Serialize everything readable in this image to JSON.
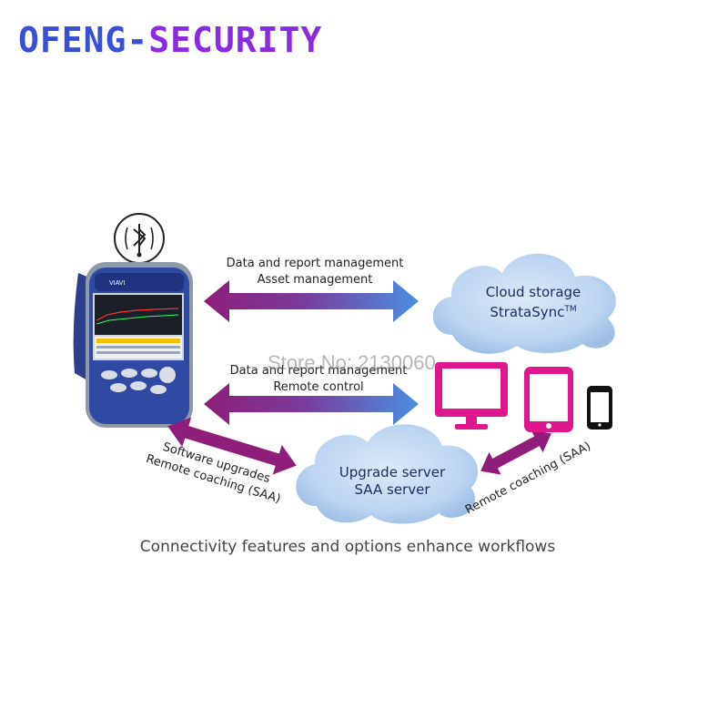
{
  "brand": {
    "part1": "OFENG-",
    "part2": "SECURITY"
  },
  "watermark": "Store No: 2130060",
  "arrows": {
    "top": {
      "line1": "Data and report management",
      "line2": "Asset management"
    },
    "middle": {
      "line1": "Data and report management",
      "line2": "Remote control"
    },
    "left_diagonal": {
      "line1": "Software upgrades",
      "line2": "Remote coaching (SAA)"
    },
    "right_diagonal": {
      "line1": "Remote coaching (SAA)"
    }
  },
  "clouds": {
    "cloud_storage": {
      "line1": "Cloud storage",
      "line2": "StrataSync",
      "line2_sup": "TM"
    },
    "upgrade_server": {
      "line1": "Upgrade server",
      "line2": "SAA server"
    }
  },
  "device": {
    "screen_brand": "VIAVI"
  },
  "caption": "Connectivity features and options enhance workflows",
  "colors": {
    "brand_blue": "#3a4fd8",
    "brand_purple": "#8a2be2",
    "arrow_purple": "#8e1e7a",
    "arrow_blue": "#4a8fe0",
    "cloud_blue": "#b9d3f0",
    "magenta_device": "#e0168f"
  },
  "icons": [
    "bluetooth-usb-wifi-icon",
    "monitor-icon",
    "tablet-icon",
    "smartphone-icon",
    "cloud-icon",
    "handheld-tester-icon"
  ]
}
